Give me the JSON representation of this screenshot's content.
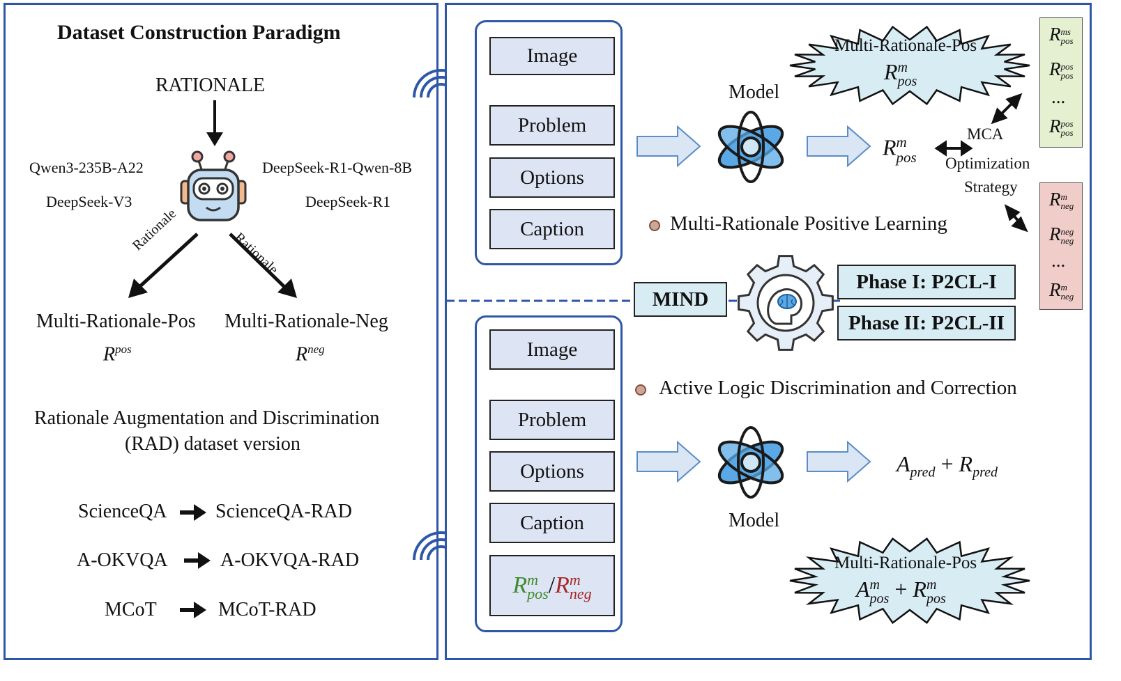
{
  "left": {
    "title": "Dataset Construction Paradigm",
    "rationale_top": "RATIONALE",
    "models_left": [
      "Qwen3-235B-A22",
      "DeepSeek-V3"
    ],
    "models_right": [
      "DeepSeek-R1-Qwen-8B",
      "DeepSeek-R1"
    ],
    "arrow_label_left": "Rationale",
    "arrow_label_right": "Rationale",
    "pos_label": "Multi-Rationale-Pos",
    "pos_symbol": "R",
    "pos_sup": "pos",
    "neg_label": "Multi-Rationale-Neg",
    "neg_symbol": "R",
    "neg_sup": "neg",
    "rad_line1": "Rationale Augmentation and Discrimination",
    "rad_line2": "(RAD) dataset version",
    "datasets": [
      {
        "from": "ScienceQA",
        "to": "ScienceQA-RAD"
      },
      {
        "from": "A-OKVQA",
        "to": "A-OKVQA-RAD"
      },
      {
        "from": "MCoT",
        "to": "MCoT-RAD"
      }
    ]
  },
  "top_inputs": [
    "Image",
    "Problem",
    "Options",
    "Caption"
  ],
  "bottom_inputs": [
    "Image",
    "Problem",
    "Options",
    "Caption"
  ],
  "bottom_rationale": {
    "pos_base": "R",
    "pos_sup": "m",
    "pos_sub": "pos",
    "sep": "/",
    "neg_base": "R",
    "neg_sup": "m",
    "neg_sub": "neg"
  },
  "model_label_top": "Model",
  "model_label_bottom": "Model",
  "top_output": {
    "base": "R",
    "sup": "m",
    "sub": "pos"
  },
  "top_cloud": {
    "label": "Multi-Rationale-Pos",
    "base": "R",
    "sup": "m",
    "sub": "pos"
  },
  "mca": {
    "line1": "MCA",
    "line2": "Optimization",
    "line3": "Strategy"
  },
  "pos_column": {
    "items": [
      {
        "base": "R",
        "sup": "ms",
        "sub": "pos"
      },
      {
        "base": "R",
        "sup": "pos",
        "sub": "pos"
      },
      {
        "text": "..."
      },
      {
        "base": "R",
        "sup": "pos",
        "sub": "pos"
      }
    ],
    "color": "#e4f0d0"
  },
  "neg_column": {
    "items": [
      {
        "base": "R",
        "sup": "m",
        "sub": "neg"
      },
      {
        "base": "R",
        "sup": "neg",
        "sub": "neg"
      },
      {
        "text": "..."
      },
      {
        "base": "R",
        "sup": "m",
        "sub": "neg"
      }
    ],
    "color": "#f1cdc9"
  },
  "section_top": "Multi-Rationale Positive Learning",
  "section_bottom": "Active Logic Discrimination and Correction",
  "mind": "MIND",
  "phase1": "Phase I: P2CL-I",
  "phase2": "Phase II: P2CL-II",
  "bottom_output": {
    "a": "A",
    "a_sub": "pred",
    "plus": "+",
    "r": "R",
    "r_sub": "pred"
  },
  "bottom_cloud": {
    "label": "Multi-Rationale-Pos",
    "a": "A",
    "a_sup": "m",
    "a_sub": "pos",
    "plus": "+",
    "r": "R",
    "r_sup": "m",
    "r_sub": "pos"
  },
  "colors": {
    "panel_border": "#2f57a8",
    "field_fill": "#dde4f4",
    "arrow_fill": "#dbe6f5",
    "cloud_fill": "#d8ecf3",
    "atom": "#3a8fd6",
    "green": "#3d8a2f",
    "red": "#a82828"
  }
}
